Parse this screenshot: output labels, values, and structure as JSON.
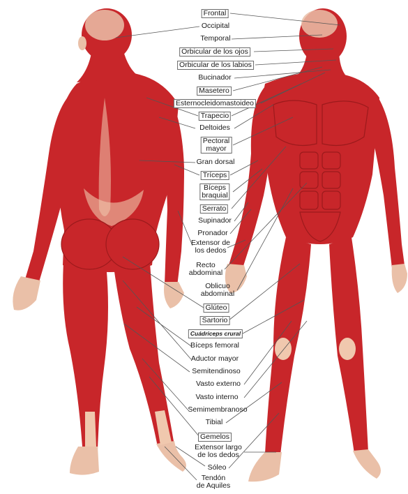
{
  "colors": {
    "muscle": "#c8262a",
    "muscle_dark": "#9c1a1c",
    "tendon": "#f0c8ae",
    "skin": "#eac0a8",
    "leader": "#555555"
  },
  "labels": [
    {
      "id": "frontal",
      "text": "Frontal",
      "boxed": true
    },
    {
      "id": "occipital",
      "text": "Occipital",
      "boxed": false
    },
    {
      "id": "temporal",
      "text": "Temporal",
      "boxed": false
    },
    {
      "id": "orbicular-ojos",
      "text": "Orbicular de los ojos",
      "boxed": true
    },
    {
      "id": "orbicular-labios",
      "text": "Orbicular de los labios",
      "boxed": true
    },
    {
      "id": "bucinador",
      "text": "Bucinador",
      "boxed": false
    },
    {
      "id": "masetero",
      "text": "Masetero",
      "boxed": true
    },
    {
      "id": "esternocleidomastoideo",
      "text": "Esternocleidomastoideo",
      "boxed": true
    },
    {
      "id": "trapecio",
      "text": "Trapecio",
      "boxed": true
    },
    {
      "id": "deltoides",
      "text": "Deltoides",
      "boxed": false
    },
    {
      "id": "pectoral-mayor",
      "text": "Pectoral\nmayor",
      "boxed": true
    },
    {
      "id": "gran-dorsal",
      "text": "Gran dorsal",
      "boxed": false
    },
    {
      "id": "triceps",
      "text": "Tríceps",
      "boxed": true
    },
    {
      "id": "biceps-braquial",
      "text": "Bíceps\nbraquial",
      "boxed": true
    },
    {
      "id": "serrato",
      "text": "Serrato",
      "boxed": true
    },
    {
      "id": "supinador",
      "text": "Supinador",
      "boxed": false
    },
    {
      "id": "pronador",
      "text": "Pronador",
      "boxed": false
    },
    {
      "id": "extensor-dedos",
      "text": "Extensor de\nlos dedos",
      "boxed": false
    },
    {
      "id": "recto-abdominal",
      "text": "Recto\nabdominal",
      "boxed": false
    },
    {
      "id": "oblicuo-abdominal",
      "text": "Oblicuo\nabdominal",
      "boxed": false
    },
    {
      "id": "gluteo",
      "text": "Glúteo",
      "boxed": true
    },
    {
      "id": "sartorio",
      "text": "Sartorio",
      "boxed": true
    },
    {
      "id": "cuadriceps-crural",
      "text": "Cuádriceps crural",
      "boxed": true,
      "italic": true
    },
    {
      "id": "biceps-femoral",
      "text": "Bíceps femoral",
      "boxed": false
    },
    {
      "id": "aductor-mayor",
      "text": "Aductor mayor",
      "boxed": false
    },
    {
      "id": "semitendinoso",
      "text": "Semitendinoso",
      "boxed": false
    },
    {
      "id": "vasto-externo",
      "text": "Vasto externo",
      "boxed": false
    },
    {
      "id": "vasto-interno",
      "text": "Vasto interno",
      "boxed": false
    },
    {
      "id": "semimembranoso",
      "text": "Semimembranoso",
      "boxed": false
    },
    {
      "id": "tibial",
      "text": "Tibial",
      "boxed": false
    },
    {
      "id": "gemelos",
      "text": "Gemelos",
      "boxed": true
    },
    {
      "id": "extensor-largo-dedos",
      "text": "Extensor largo\nde los dedos",
      "boxed": false
    },
    {
      "id": "soleo",
      "text": "Sóleo",
      "boxed": false
    },
    {
      "id": "tendon-aquiles",
      "text": "Tendón\nde Aquiles",
      "boxed": false
    }
  ]
}
